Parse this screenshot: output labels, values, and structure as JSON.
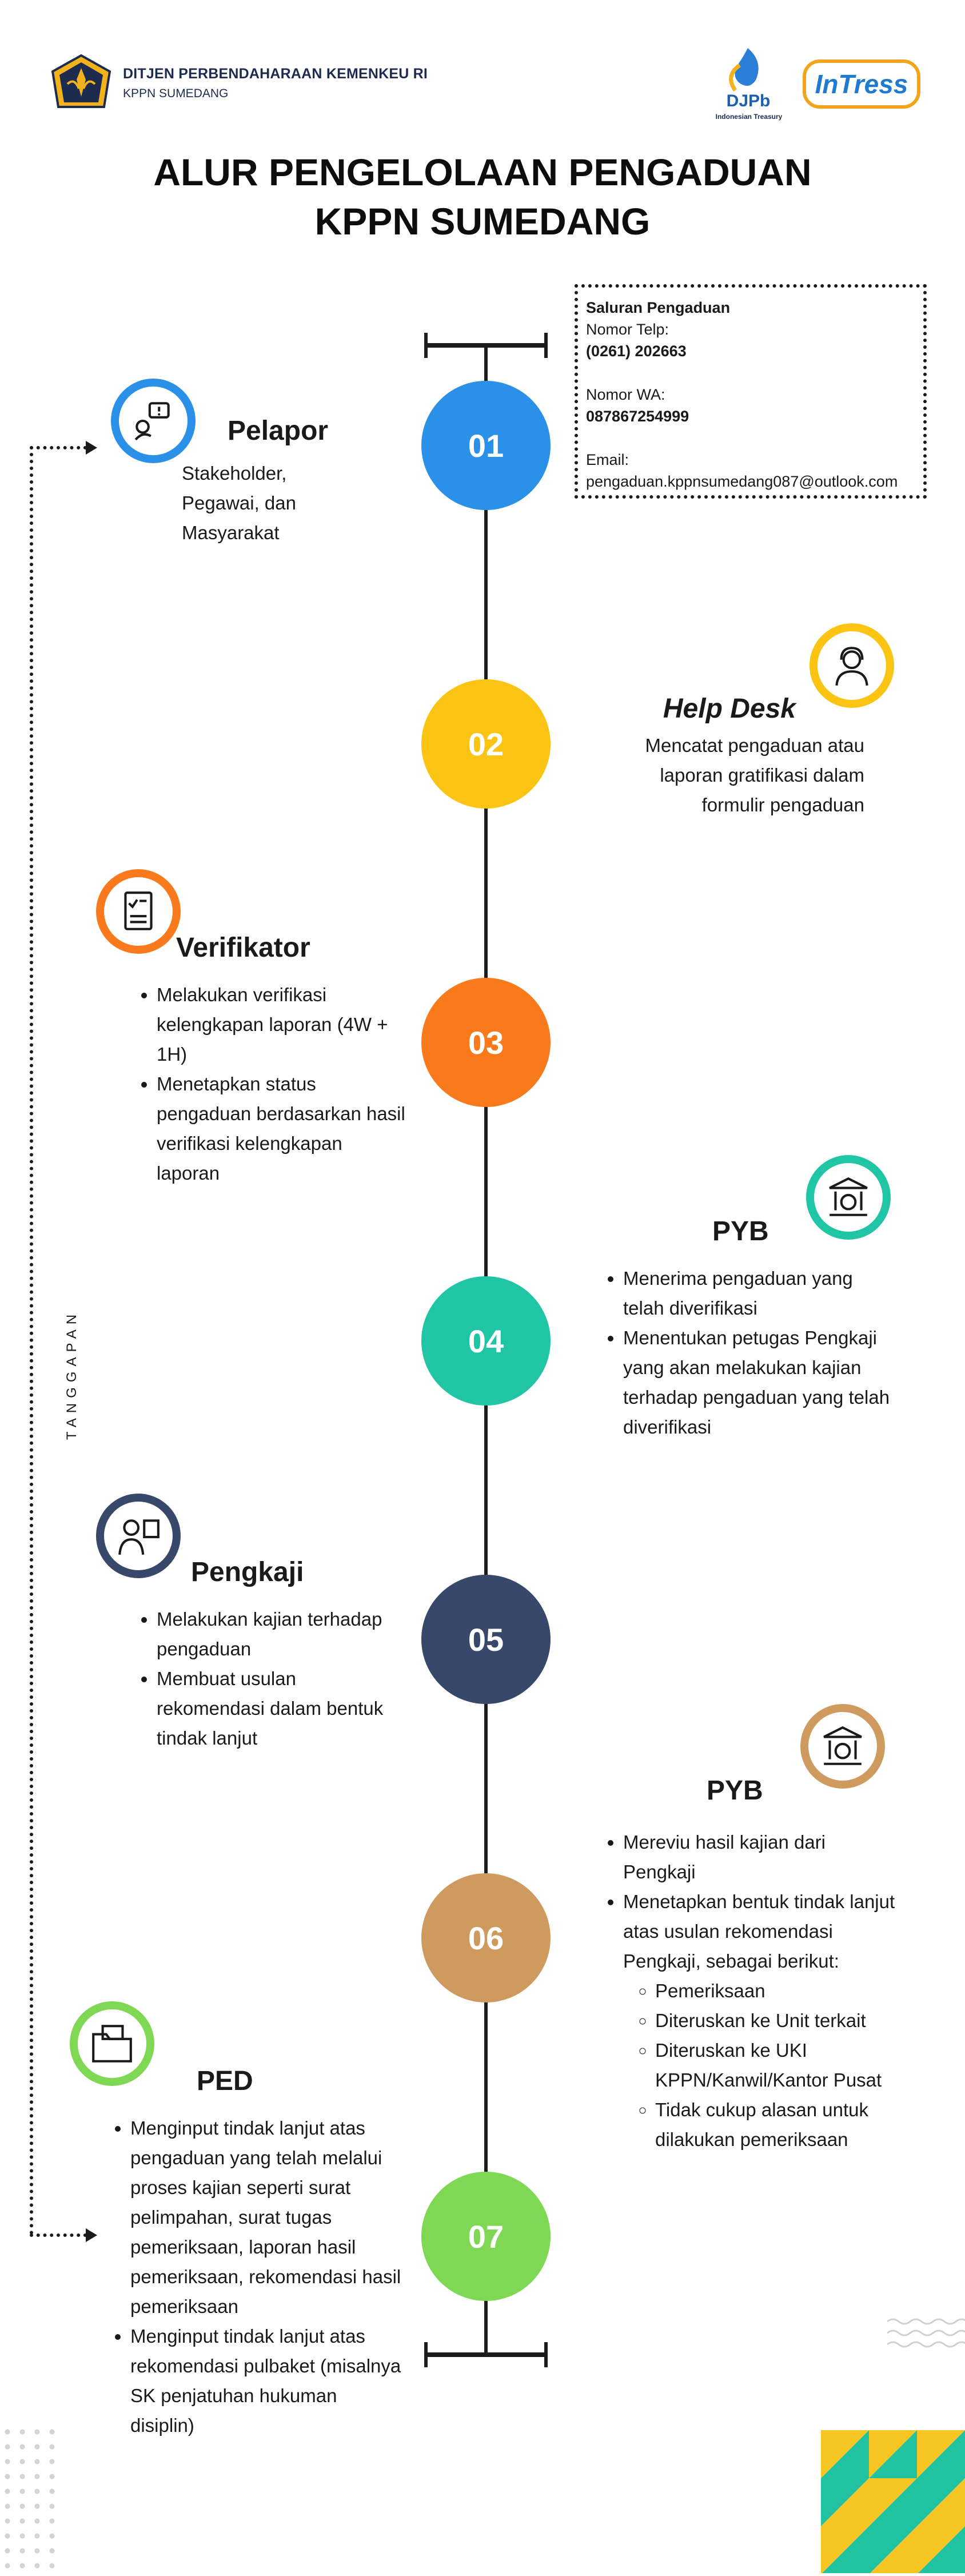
{
  "header": {
    "org_name": "DITJEN PERBENDAHARAAN KEMENKEU RI",
    "org_sub": "KPPN SUMEDANG",
    "logo_djpb": "DJPb",
    "logo_djpb_sub": "Indonesian Treasury",
    "logo_intress": "InTress"
  },
  "title": {
    "line1": "ALUR PENGELOLAAN PENGADUAN",
    "line2": "KPPN SUMEDANG"
  },
  "contact": {
    "heading": "Saluran Pengaduan",
    "phone_label": "Nomor Telp:",
    "phone": "(0261) 202663",
    "wa_label": "Nomor WA:",
    "wa": "087867254999",
    "email_label": "Email:",
    "email": "pengaduan.kppnsumedang087@outlook.com"
  },
  "side_label": "TANGGAPAN",
  "steps": [
    {
      "number": "01",
      "color": "#2b91e8",
      "icon": "complaint-icon",
      "title": "Pelapor",
      "text": [
        "Stakeholder,",
        "Pegawai, dan",
        "Masyarakat"
      ]
    },
    {
      "number": "02",
      "color": "#fbc412",
      "icon": "helpdesk-icon",
      "title": "Help Desk",
      "text": [
        "Mencatat pengaduan atau",
        "laporan gratifikasi dalam",
        "formulir pengaduan"
      ]
    },
    {
      "number": "03",
      "color": "#f97a1c",
      "icon": "document-check-icon",
      "title": "Verifikator",
      "bullets": [
        "Melakukan verifikasi kelengkapan laporan (4W + 1H)",
        "Menetapkan status pengaduan berdasarkan hasil verifikasi kelengkapan laporan"
      ]
    },
    {
      "number": "04",
      "color": "#1fc5a5",
      "icon": "bank-icon",
      "title": "PYB",
      "bullets": [
        "Menerima pengaduan yang telah diverifikasi",
        "Menentukan petugas Pengkaji yang akan melakukan kajian terhadap pengaduan yang telah diverifikasi"
      ]
    },
    {
      "number": "05",
      "color": "#37486b",
      "icon": "presenter-icon",
      "title": "Pengkaji",
      "bullets": [
        "Melakukan kajian terhadap pengaduan",
        "Membuat usulan rekomendasi dalam bentuk tindak lanjut"
      ]
    },
    {
      "number": "06",
      "color": "#cf9a5e",
      "icon": "bank-icon",
      "title": "PYB",
      "bullets": [
        "Mereviu hasil kajian dari Pengkaji",
        "Menetapkan bentuk tindak lanjut atas usulan rekomendasi Pengkaji, sebagai berikut:"
      ],
      "sub_bullets": [
        "Pemeriksaan",
        "Diteruskan ke Unit terkait",
        "Diteruskan ke UKI KPPN/Kanwil/Kantor Pusat",
        "Tidak cukup alasan untuk dilakukan pemeriksaan"
      ]
    },
    {
      "number": "07",
      "color": "#7fd853",
      "icon": "folder-icon",
      "title": "PED",
      "bullets": [
        "Menginput tindak lanjut atas pengaduan yang telah melalui proses kajian seperti surat pelimpahan, surat tugas pemeriksaan, laporan hasil pemeriksaan, rekomendasi hasil pemeriksaan",
        "Menginput tindak lanjut atas rekomendasi pulbaket (misalnya SK penjatuhan hukuman disiplin)"
      ]
    }
  ]
}
